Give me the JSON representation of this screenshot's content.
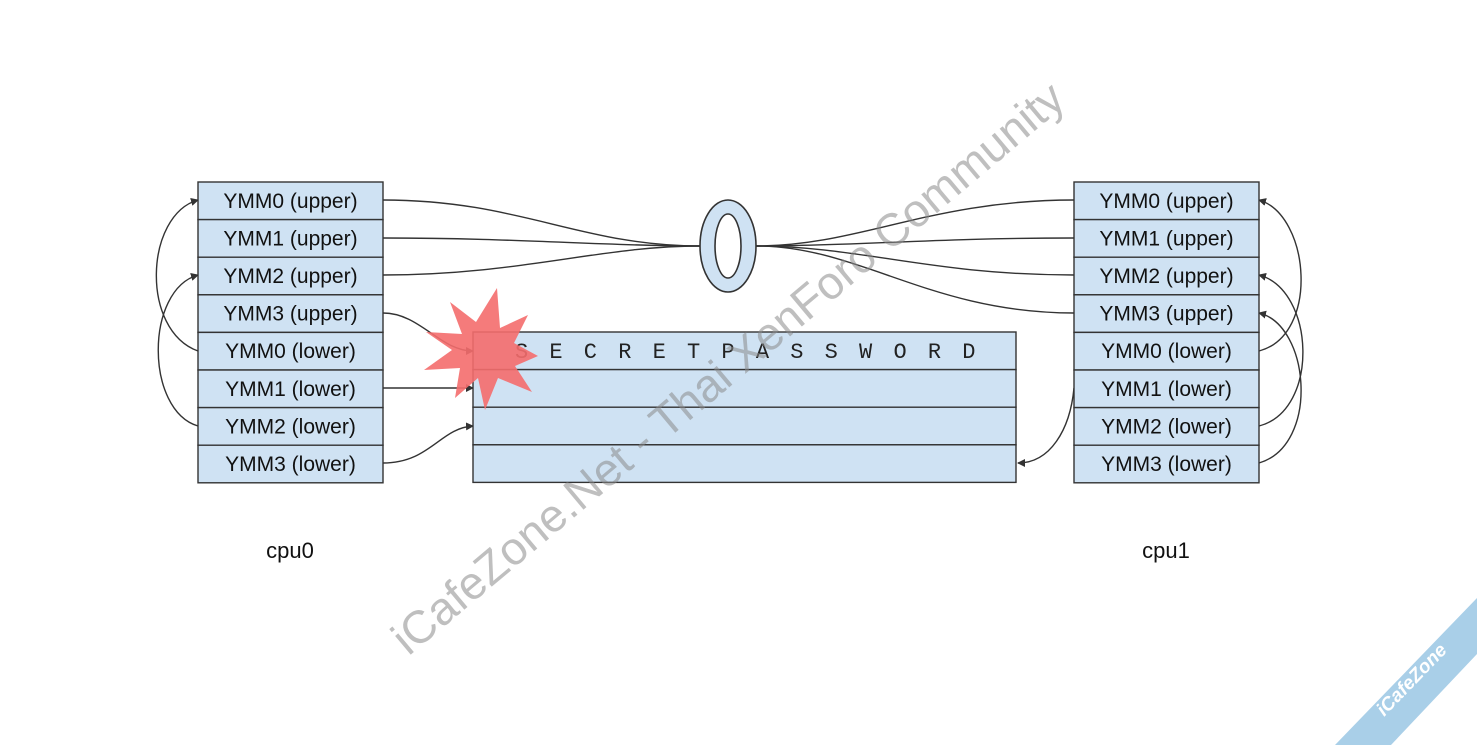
{
  "cpu0": {
    "label": "cpu0",
    "registers": [
      "YMM0 (upper)",
      "YMM1 (upper)",
      "YMM2 (upper)",
      "YMM3 (upper)",
      "YMM0 (lower)",
      "YMM1 (lower)",
      "YMM2 (lower)",
      "YMM3 (lower)"
    ]
  },
  "cpu1": {
    "label": "cpu1",
    "registers": [
      "YMM0 (upper)",
      "YMM1 (upper)",
      "YMM2 (upper)",
      "YMM3 (upper)",
      "YMM0 (lower)",
      "YMM1 (lower)",
      "YMM2 (lower)",
      "YMM3 (lower)"
    ]
  },
  "register_file": {
    "rows": [
      "S E C R E T P A S S W O R D",
      "",
      "",
      ""
    ]
  },
  "colors": {
    "register_fill": "#cfe2f3",
    "border": "#333333",
    "arrow": "#333333",
    "burst": "#f46d6d",
    "corner_ribbon": "#a9cfe8"
  },
  "watermark": {
    "text": "iCafeZone.Net - Thai XenForo Community"
  },
  "corner_ribbon": {
    "text": "iCafeZone"
  }
}
